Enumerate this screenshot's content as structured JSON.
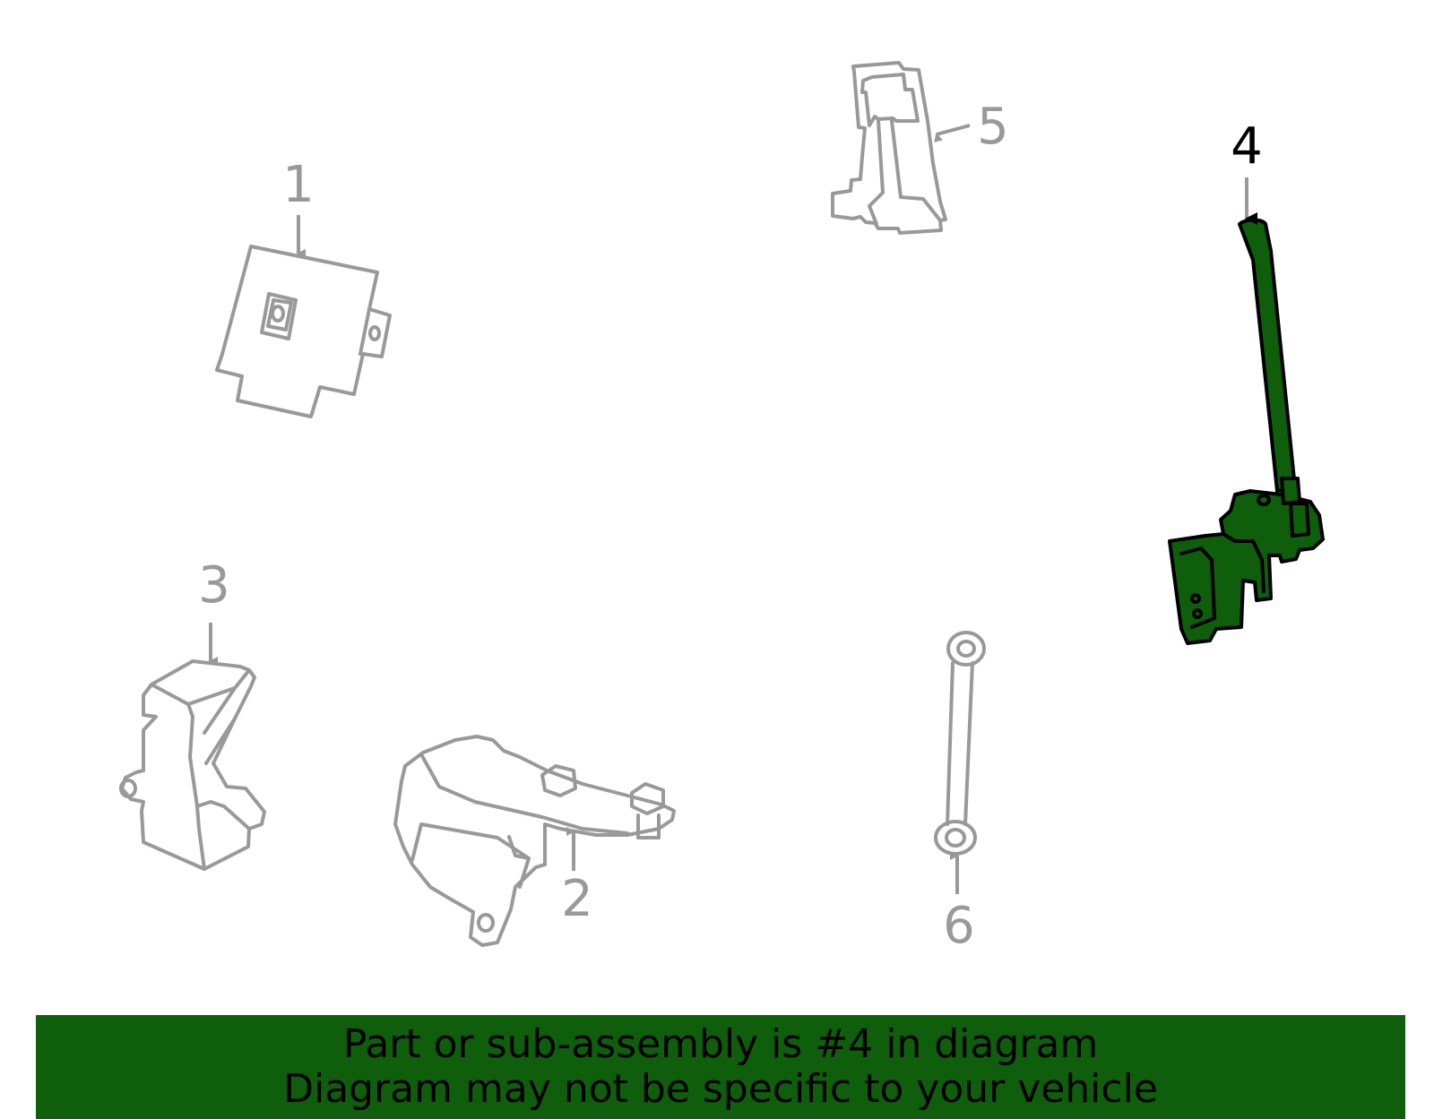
{
  "colors": {
    "highlight": "#0f5e0c",
    "part_outline": "#999999",
    "highlight_outline": "#000000",
    "banner_bg": "#0f5e0c",
    "banner_text": "#000000"
  },
  "callouts": [
    {
      "label": "1",
      "highlighted": false
    },
    {
      "label": "2",
      "highlighted": false
    },
    {
      "label": "3",
      "highlighted": false
    },
    {
      "label": "4",
      "highlighted": true
    },
    {
      "label": "5",
      "highlighted": false
    },
    {
      "label": "6",
      "highlighted": false
    }
  ],
  "banner": {
    "line1": "Part or sub-assembly is #4 in diagram",
    "line2": "Diagram may not be specific to your vehicle"
  }
}
